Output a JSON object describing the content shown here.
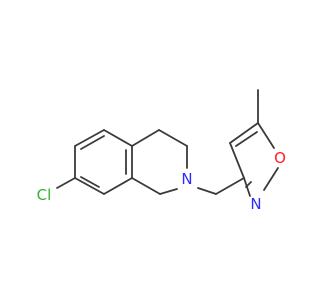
{
  "molecule": {
    "atoms": {
      "chlorine": "Cl",
      "ring_nitrogen": "N",
      "isoxazole_nitrogen": "N",
      "isoxazole_oxygen": "O"
    },
    "colors": {
      "bond": "#3a3a3a",
      "chlorine": "#2db52d",
      "nitrogen": "#2c2cff",
      "oxygen": "#ff2020"
    }
  }
}
